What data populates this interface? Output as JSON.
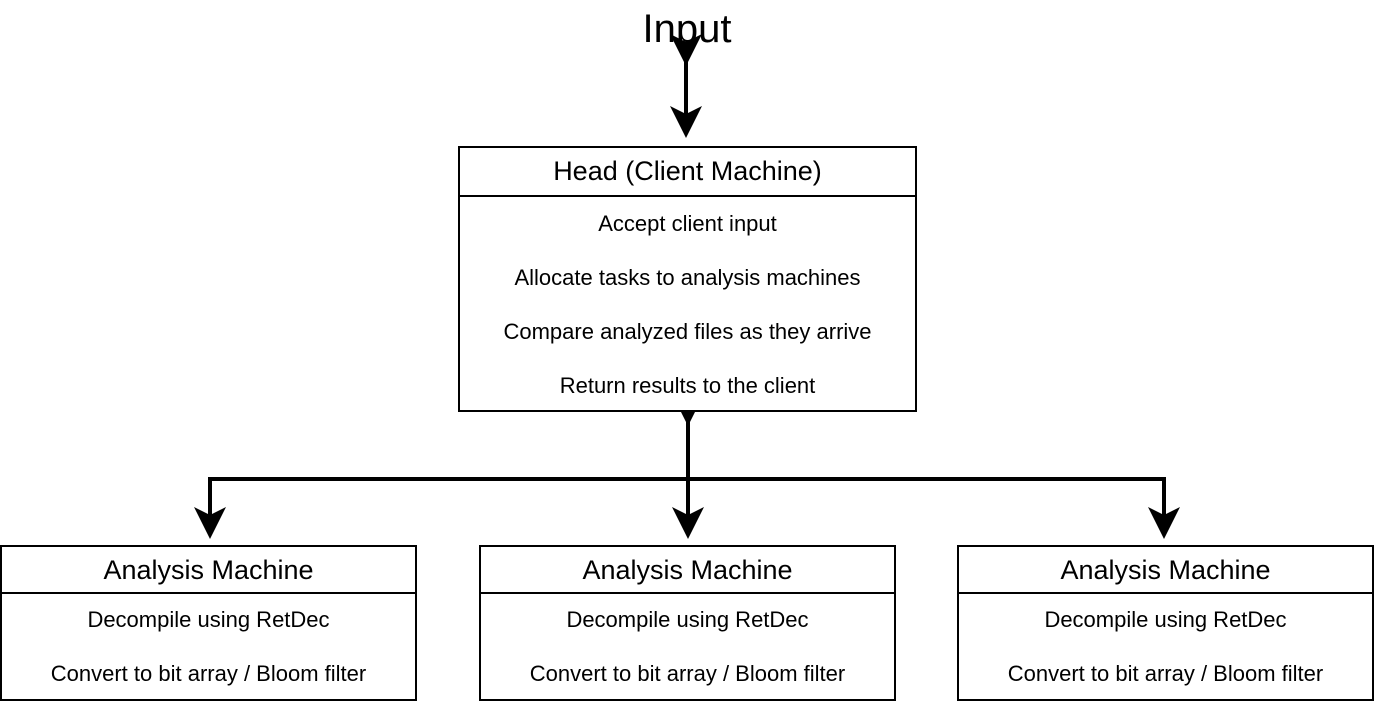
{
  "title": "Input",
  "head": {
    "title": "Head (Client Machine)",
    "tasks": [
      "Accept client input",
      "Allocate tasks to analysis machines",
      "Compare analyzed files as they arrive",
      "Return results to the client"
    ]
  },
  "analysis_machines": [
    {
      "title": "Analysis Machine",
      "tasks": [
        "Decompile using RetDec",
        "Convert to bit array / Bloom filter"
      ]
    },
    {
      "title": "Analysis Machine",
      "tasks": [
        "Decompile using RetDec",
        "Convert to bit array / Bloom filter"
      ]
    },
    {
      "title": "Analysis Machine",
      "tasks": [
        "Decompile using RetDec",
        "Convert to bit array / Bloom filter"
      ]
    }
  ],
  "colors": {
    "stroke": "#000000",
    "background": "#ffffff"
  }
}
